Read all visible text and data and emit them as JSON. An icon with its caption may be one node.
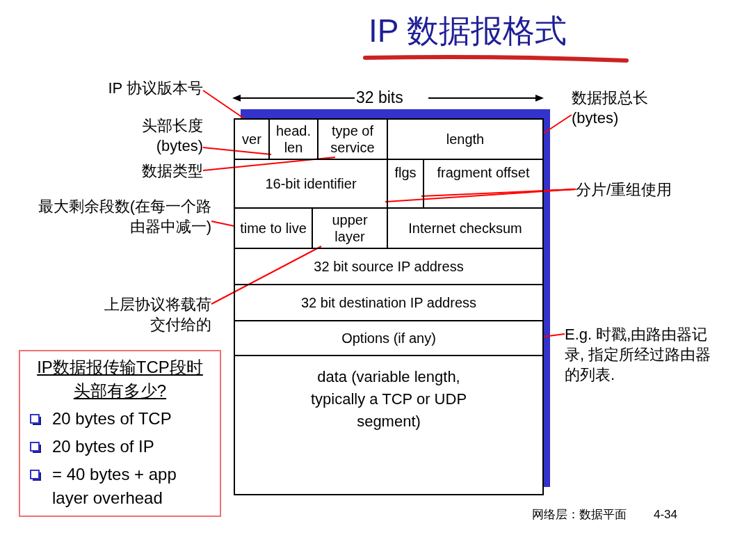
{
  "diagram": {
    "title": "IP 数据报格式",
    "nodes": [
      {
        "text": [
          "IP 协议版本号"
        ]
      },
      {
        "text": [
          "头部长度 (bytes)"
        ]
      },
      {
        "text": [
          "数据类型"
        ]
      },
      {
        "text": [
          "最大剩余段数(在每一个路由器中减一)"
        ]
      },
      {
        "text": [
          "上层协议将载荷交付给的"
        ]
      },
      {
        "text": [
          "ver"
        ]
      },
      {
        "text": [
          "head. len"
        ]
      },
      {
        "text": [
          "type of service"
        ]
      },
      {
        "text": [
          "length"
        ]
      },
      {
        "text": [
          "16-bit identifier"
        ]
      },
      {
        "text": [
          "flgs"
        ]
      },
      {
        "text": [
          "fragment offset"
        ]
      },
      {
        "text": [
          "time to live"
        ]
      },
      {
        "text": [
          "upper layer"
        ]
      },
      {
        "text": [
          "Internet checksum"
        ]
      },
      {
        "text": [
          "32 bit source IP address"
        ]
      },
      {
        "text": [
          "32 bit destination IP address"
        ]
      },
      {
        "text": [
          "Options (if any)"
        ]
      },
      {
        "text": [
          "data (variable length, typically a TCP or UDP segment)"
        ]
      },
      {
        "text": [
          "数据报总长 (bytes)"
        ]
      },
      {
        "text": [
          "分片/重组使用"
        ]
      },
      {
        "text": [
          "E.g. 时戳,由路由器记录, 指定所经过路由器的列表."
        ]
      },
      {
        "text": [
          "IP数据报传输TCP段时头部有多少?",
          "20 bytes of TCP",
          "20 bytes of IP",
          "= 40 bytes + app layer overhead"
        ]
      }
    ],
    "edges": [
      {
        "from": 0,
        "to": 5,
        "arrow": "none"
      },
      {
        "from": 1,
        "to": 6,
        "arrow": "none"
      },
      {
        "from": 2,
        "to": 7,
        "arrow": "none"
      },
      {
        "from": 3,
        "to": 12,
        "arrow": "none"
      },
      {
        "from": 4,
        "to": 13,
        "arrow": "none"
      },
      {
        "from": 19,
        "to": 8,
        "arrow": "none"
      },
      {
        "from": 20,
        "to": 11,
        "arrow": "none"
      },
      {
        "from": 20,
        "to": 10,
        "arrow": "none"
      },
      {
        "from": 20,
        "to": 9,
        "arrow": "none"
      },
      {
        "from": 21,
        "to": 17,
        "arrow": "none"
      }
    ],
    "labels": [
      "32 bits",
      "网络层：数据平面",
      "4-34"
    ]
  }
}
